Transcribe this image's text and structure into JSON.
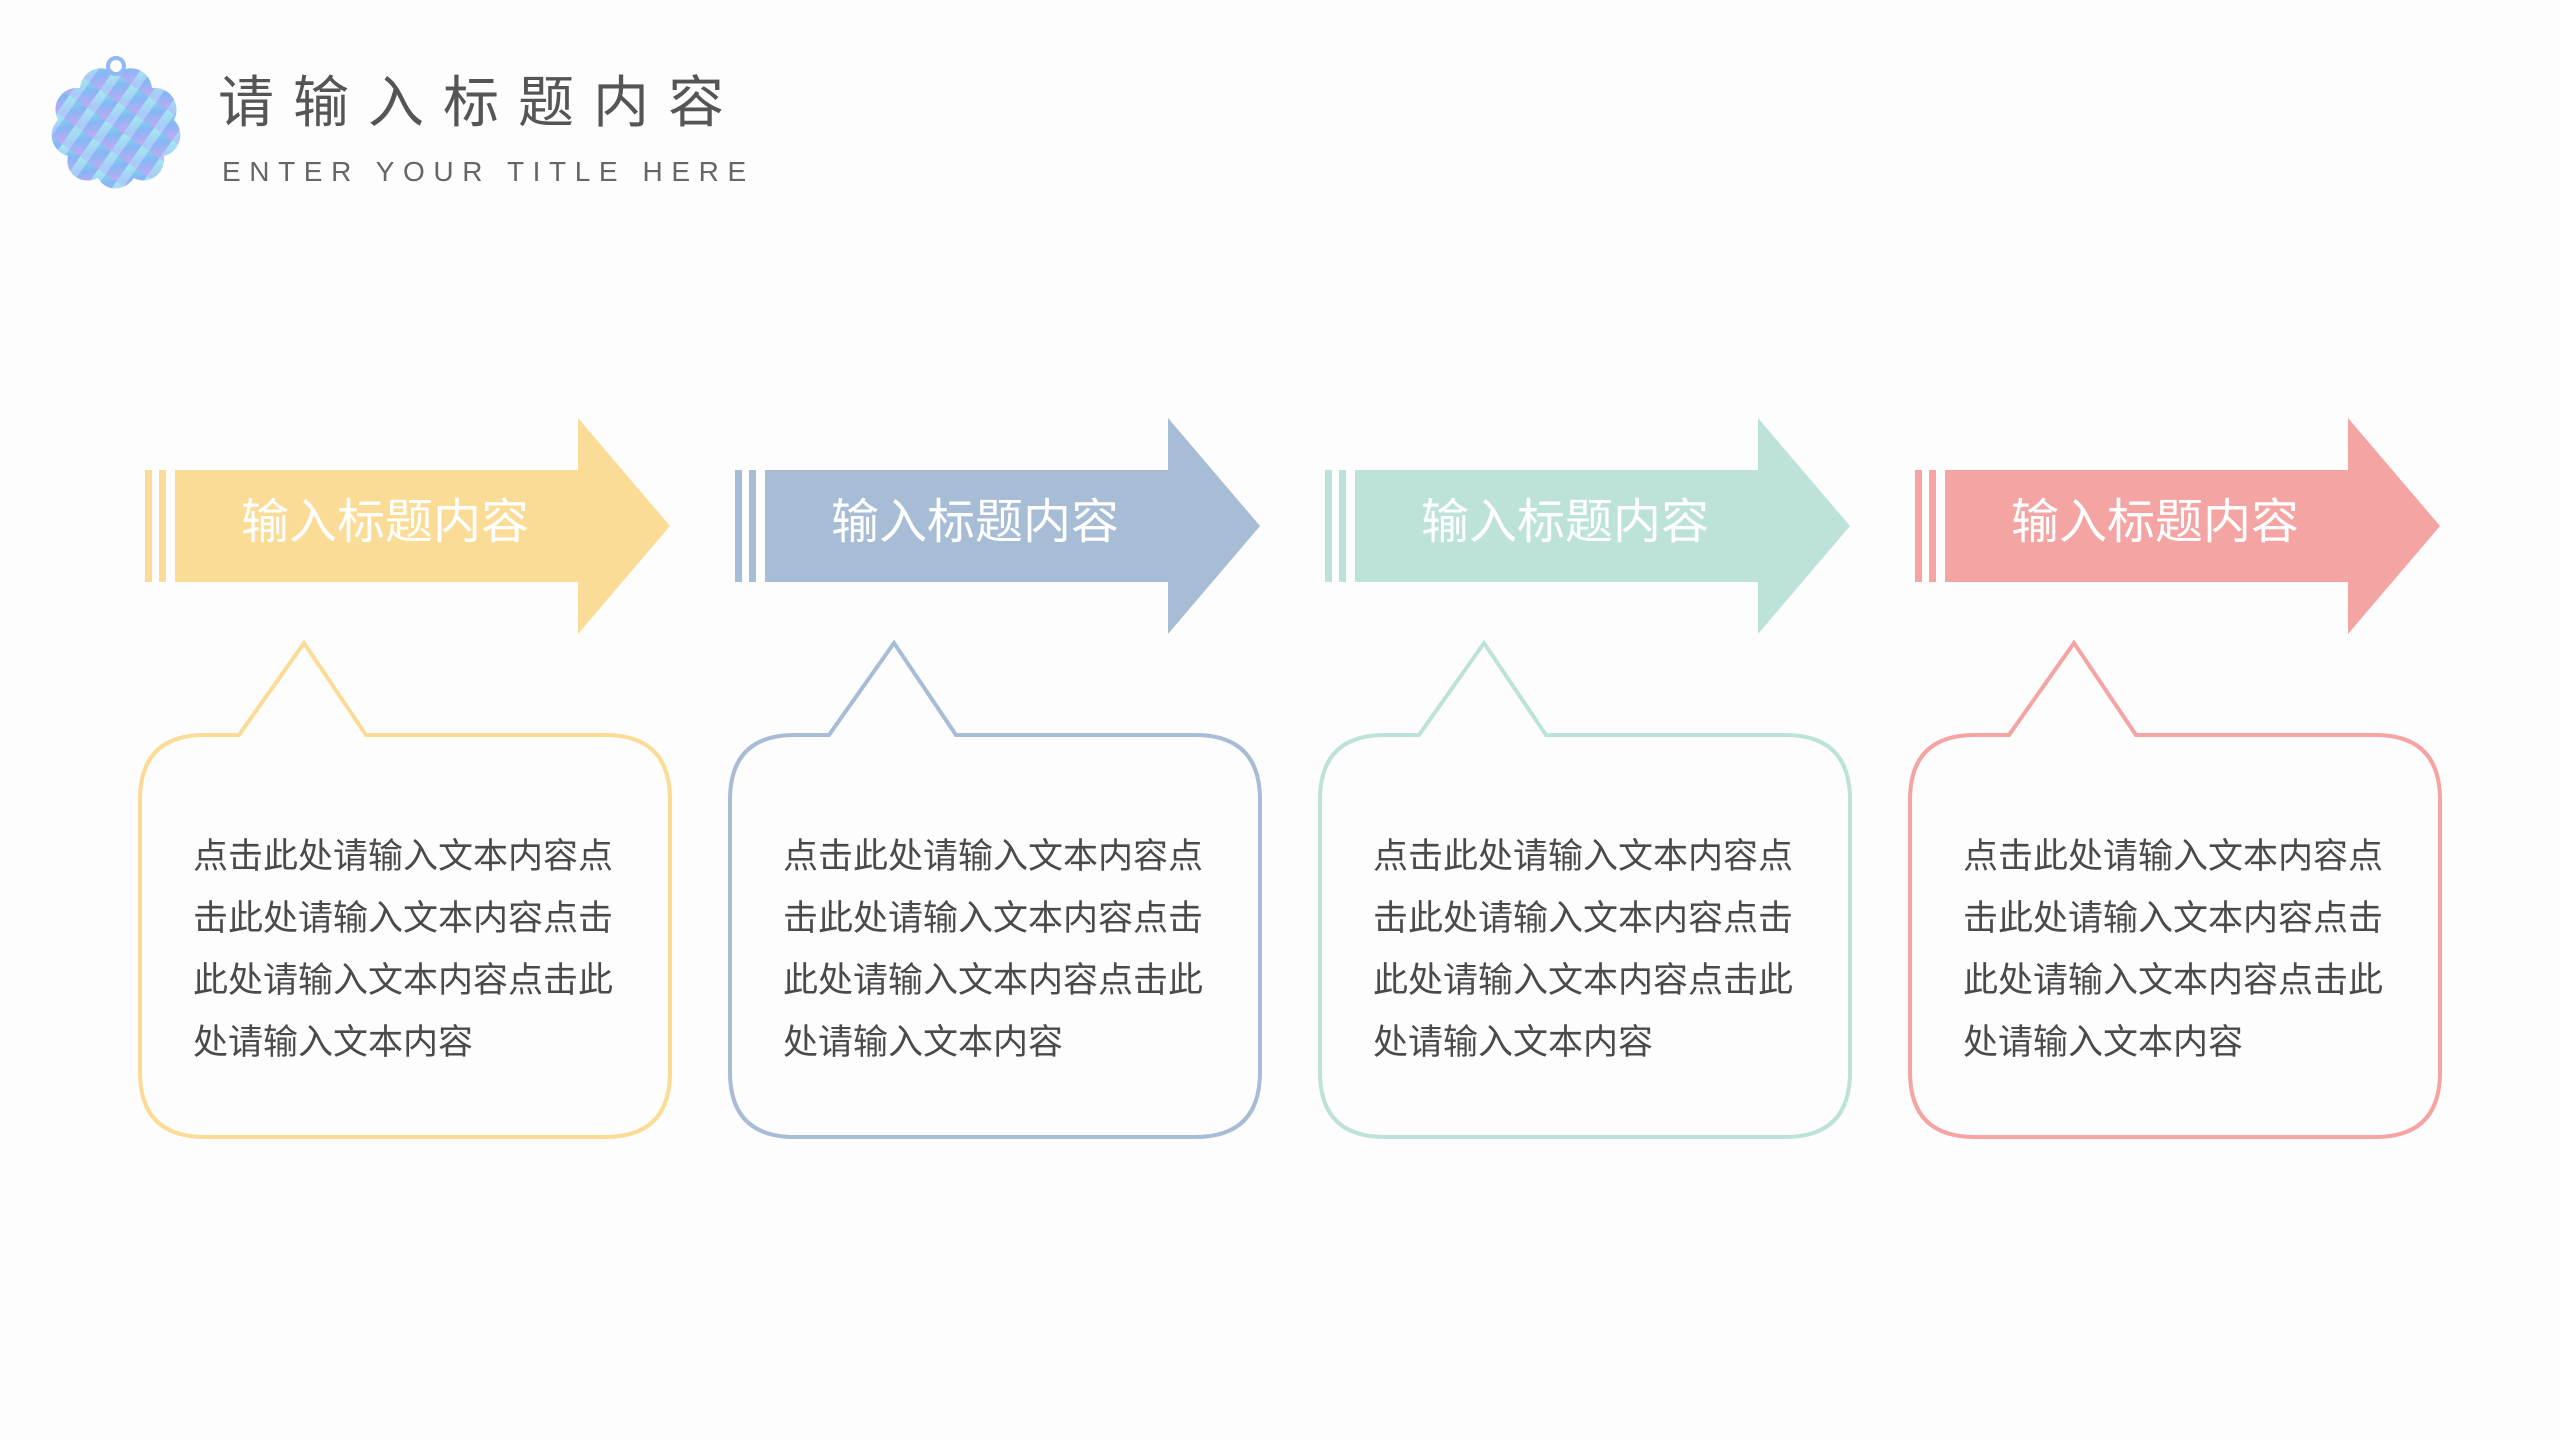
{
  "header": {
    "title": "请输入标题内容",
    "subtitle": "ENTER YOUR TITLE HERE",
    "logo_icon": "flower-badge-icon"
  },
  "steps": [
    {
      "label": "输入标题内容",
      "text": "点击此处请输入文本内容点击此处请输入文本内容点击此处请输入文本内容点击此处请输入文本内容",
      "color": "#FBDC96"
    },
    {
      "label": "输入标题内容",
      "text": "点击此处请输入文本内容点击此处请输入文本内容点击此处请输入文本内容点击此处请输入文本内容",
      "color": "#A7BCD5"
    },
    {
      "label": "输入标题内容",
      "text": "点击此处请输入文本内容点击此处请输入文本内容点击此处请输入文本内容点击此处请输入文本内容",
      "color": "#BDE2DA"
    },
    {
      "label": "输入标题内容",
      "text": "点击此处请输入文本内容点击此处请输入文本内容点击此处请输入文本内容点击此处请输入文本内容",
      "color": "#F4A4A2"
    }
  ]
}
